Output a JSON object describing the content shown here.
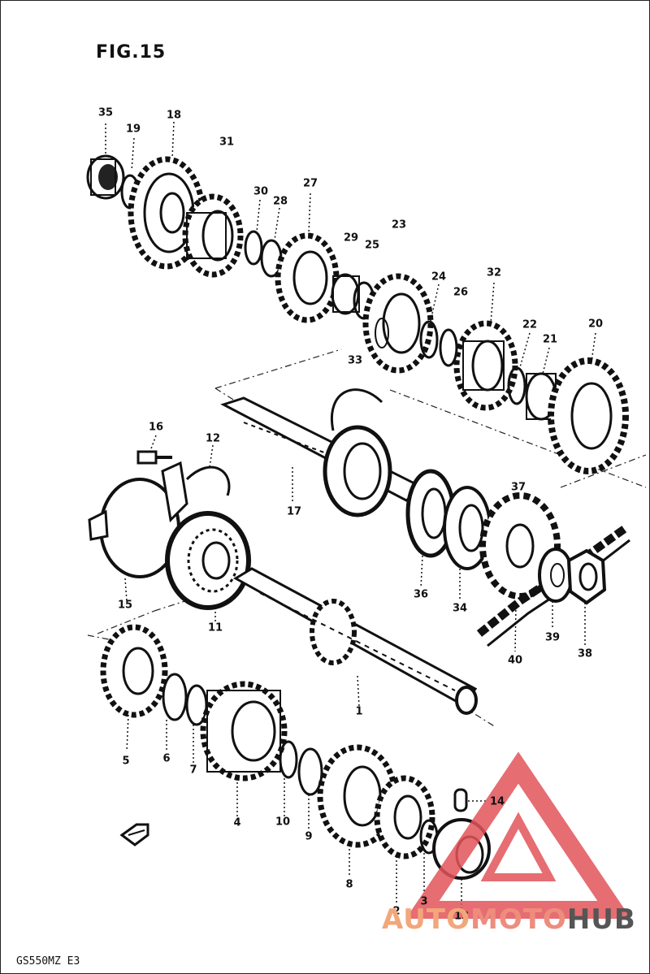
{
  "figure": {
    "title": "FIG.15",
    "model_code": "GS550MZ E3"
  },
  "callouts": [
    "1",
    "2",
    "3",
    "4",
    "5",
    "6",
    "7",
    "8",
    "9",
    "10",
    "11",
    "12",
    "13",
    "14",
    "15",
    "16",
    "17",
    "18",
    "19",
    "20",
    "21",
    "22",
    "23",
    "24",
    "25",
    "26",
    "27",
    "28",
    "29",
    "30",
    "31",
    "32",
    "33",
    "34",
    "35",
    "36",
    "37",
    "38",
    "39",
    "40"
  ],
  "watermark": {
    "part1": "AUTO",
    "part2": "MOTO",
    "part3": "HUB",
    "color_part1": "#f2a77a",
    "color_part2": "#ee8d7e",
    "color_part3": "#555555",
    "triangle_color": "#e2545a"
  },
  "icons": [
    "front-direction-arrow-icon",
    "warning-triangle-logo-icon"
  ]
}
